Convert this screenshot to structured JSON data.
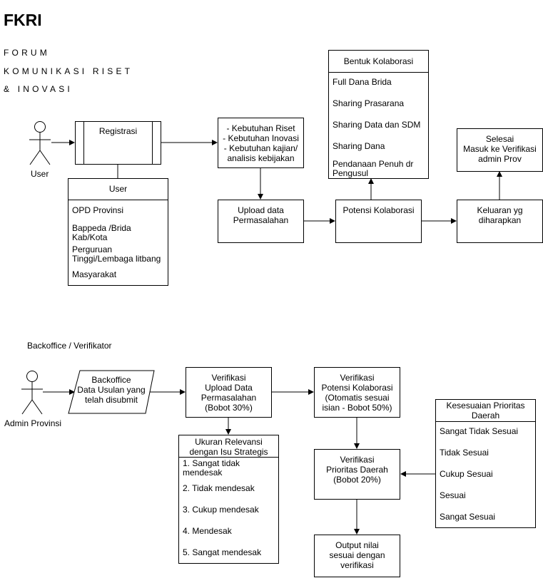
{
  "header": {
    "title": "FKRI",
    "subtitle_lines": [
      "FORUM",
      "KOMUNIKASI RISET",
      "& INOVASI"
    ]
  },
  "top_flow": {
    "actor_label": "User",
    "registrasi": "Registrasi",
    "user_box": {
      "title": "User",
      "items": [
        "OPD Provinsi",
        "Bappeda /Brida Kab/Kota",
        "Perguruan Tinggi/Lembaga litbang",
        "Masyarakat"
      ]
    },
    "kebutuhan": [
      "- Kebutuhan Riset",
      "- Kebutuhan Inovasi",
      "- Kebutuhan kajian/",
      "analisis kebijakan"
    ],
    "upload": "Upload data Permasalahan",
    "potensi": "Potensi Kolaborasi",
    "bentuk": {
      "title": "Bentuk Kolaborasi",
      "items": [
        "Full Dana Brida",
        "Sharing Prasarana",
        "Sharing Data dan SDM",
        "Sharing Dana",
        "Pendanaan Penuh dr Pengusul"
      ]
    },
    "keluaran": "Keluaran yg diharapkan",
    "selesai": [
      "Selesai",
      "Masuk ke Verifikasi",
      "admin Prov"
    ]
  },
  "bottom_flow": {
    "section_label": "Backoffice / Verifikator",
    "actor_label": "Admin Provinsi",
    "backoffice": [
      "Backoffice",
      "Data Usulan yang",
      "telah disubmit"
    ],
    "verif_upload": [
      "Verifikasi",
      "Upload Data",
      "Permasalahan",
      "(Bobot 30%)"
    ],
    "verif_potensi": [
      "Verifikasi",
      "Potensi Kolaborasi",
      "(Otomatis sesuai",
      "isian - Bobot 50%)"
    ],
    "ukuran": {
      "title": [
        "Ukuran Relevansi",
        "dengan Isu Strategis"
      ],
      "items": [
        "1. Sangat tidak mendesak",
        "2. Tidak mendesak",
        "3. Cukup mendesak",
        "4. Mendesak",
        "5. Sangat mendesak"
      ]
    },
    "verif_prioritas": [
      "Verifikasi",
      "Prioritas Daerah",
      "(Bobot 20%)"
    ],
    "kesesuaian": {
      "title": [
        "Kesesuaian Prioritas",
        "Daerah"
      ],
      "items": [
        "Sangat Tidak Sesuai",
        "Tidak Sesuai",
        "Cukup Sesuai",
        "Sesuai",
        "Sangat Sesuai"
      ]
    },
    "output": [
      "Output nilai",
      "sesuai dengan",
      "verifikasi"
    ]
  }
}
